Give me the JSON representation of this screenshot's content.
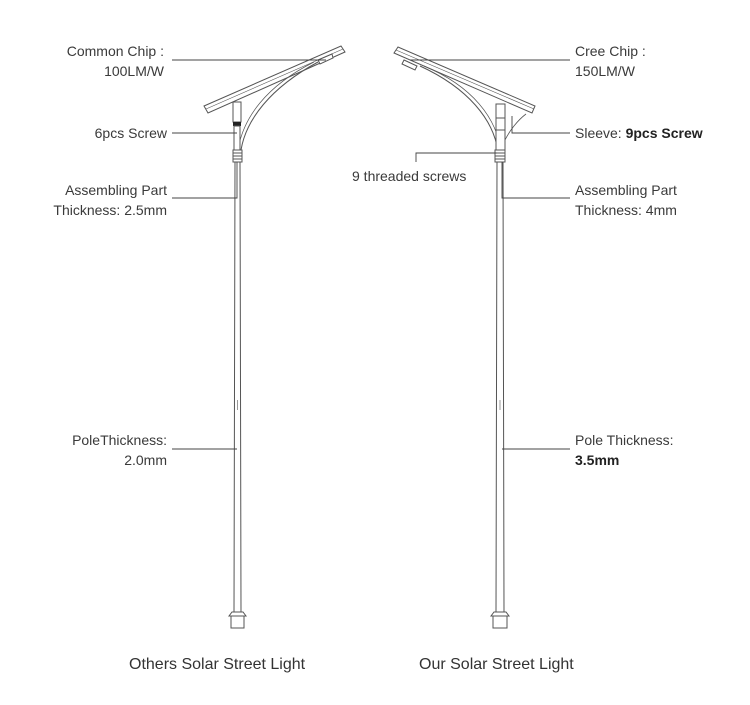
{
  "left_light": {
    "caption": "Others Solar Street Light",
    "chip": {
      "line1": "Common Chip :",
      "line2": "100LM/W"
    },
    "screw": {
      "line1": "6pcs Screw"
    },
    "assembling": {
      "line1": "Assembling Part",
      "line2": "Thickness: 2.5mm"
    },
    "pole": {
      "line1": "PoleThickness:",
      "line2": "2.0mm"
    }
  },
  "right_light": {
    "caption": "Our Solar Street Light",
    "chip": {
      "line1": "Cree Chip :",
      "line2": "150LM/W"
    },
    "sleeve": {
      "prefix": "Sleeve: ",
      "value": "9pcs Screw"
    },
    "screws": {
      "line1": "9 threaded screws"
    },
    "assembling": {
      "line1": "Assembling Part",
      "line2": "Thickness: 4mm"
    },
    "pole": {
      "line1": "Pole Thickness:",
      "line2": "3.5mm"
    }
  },
  "colors": {
    "line": "#555555",
    "text": "#3a3a3a",
    "background": "#ffffff"
  }
}
